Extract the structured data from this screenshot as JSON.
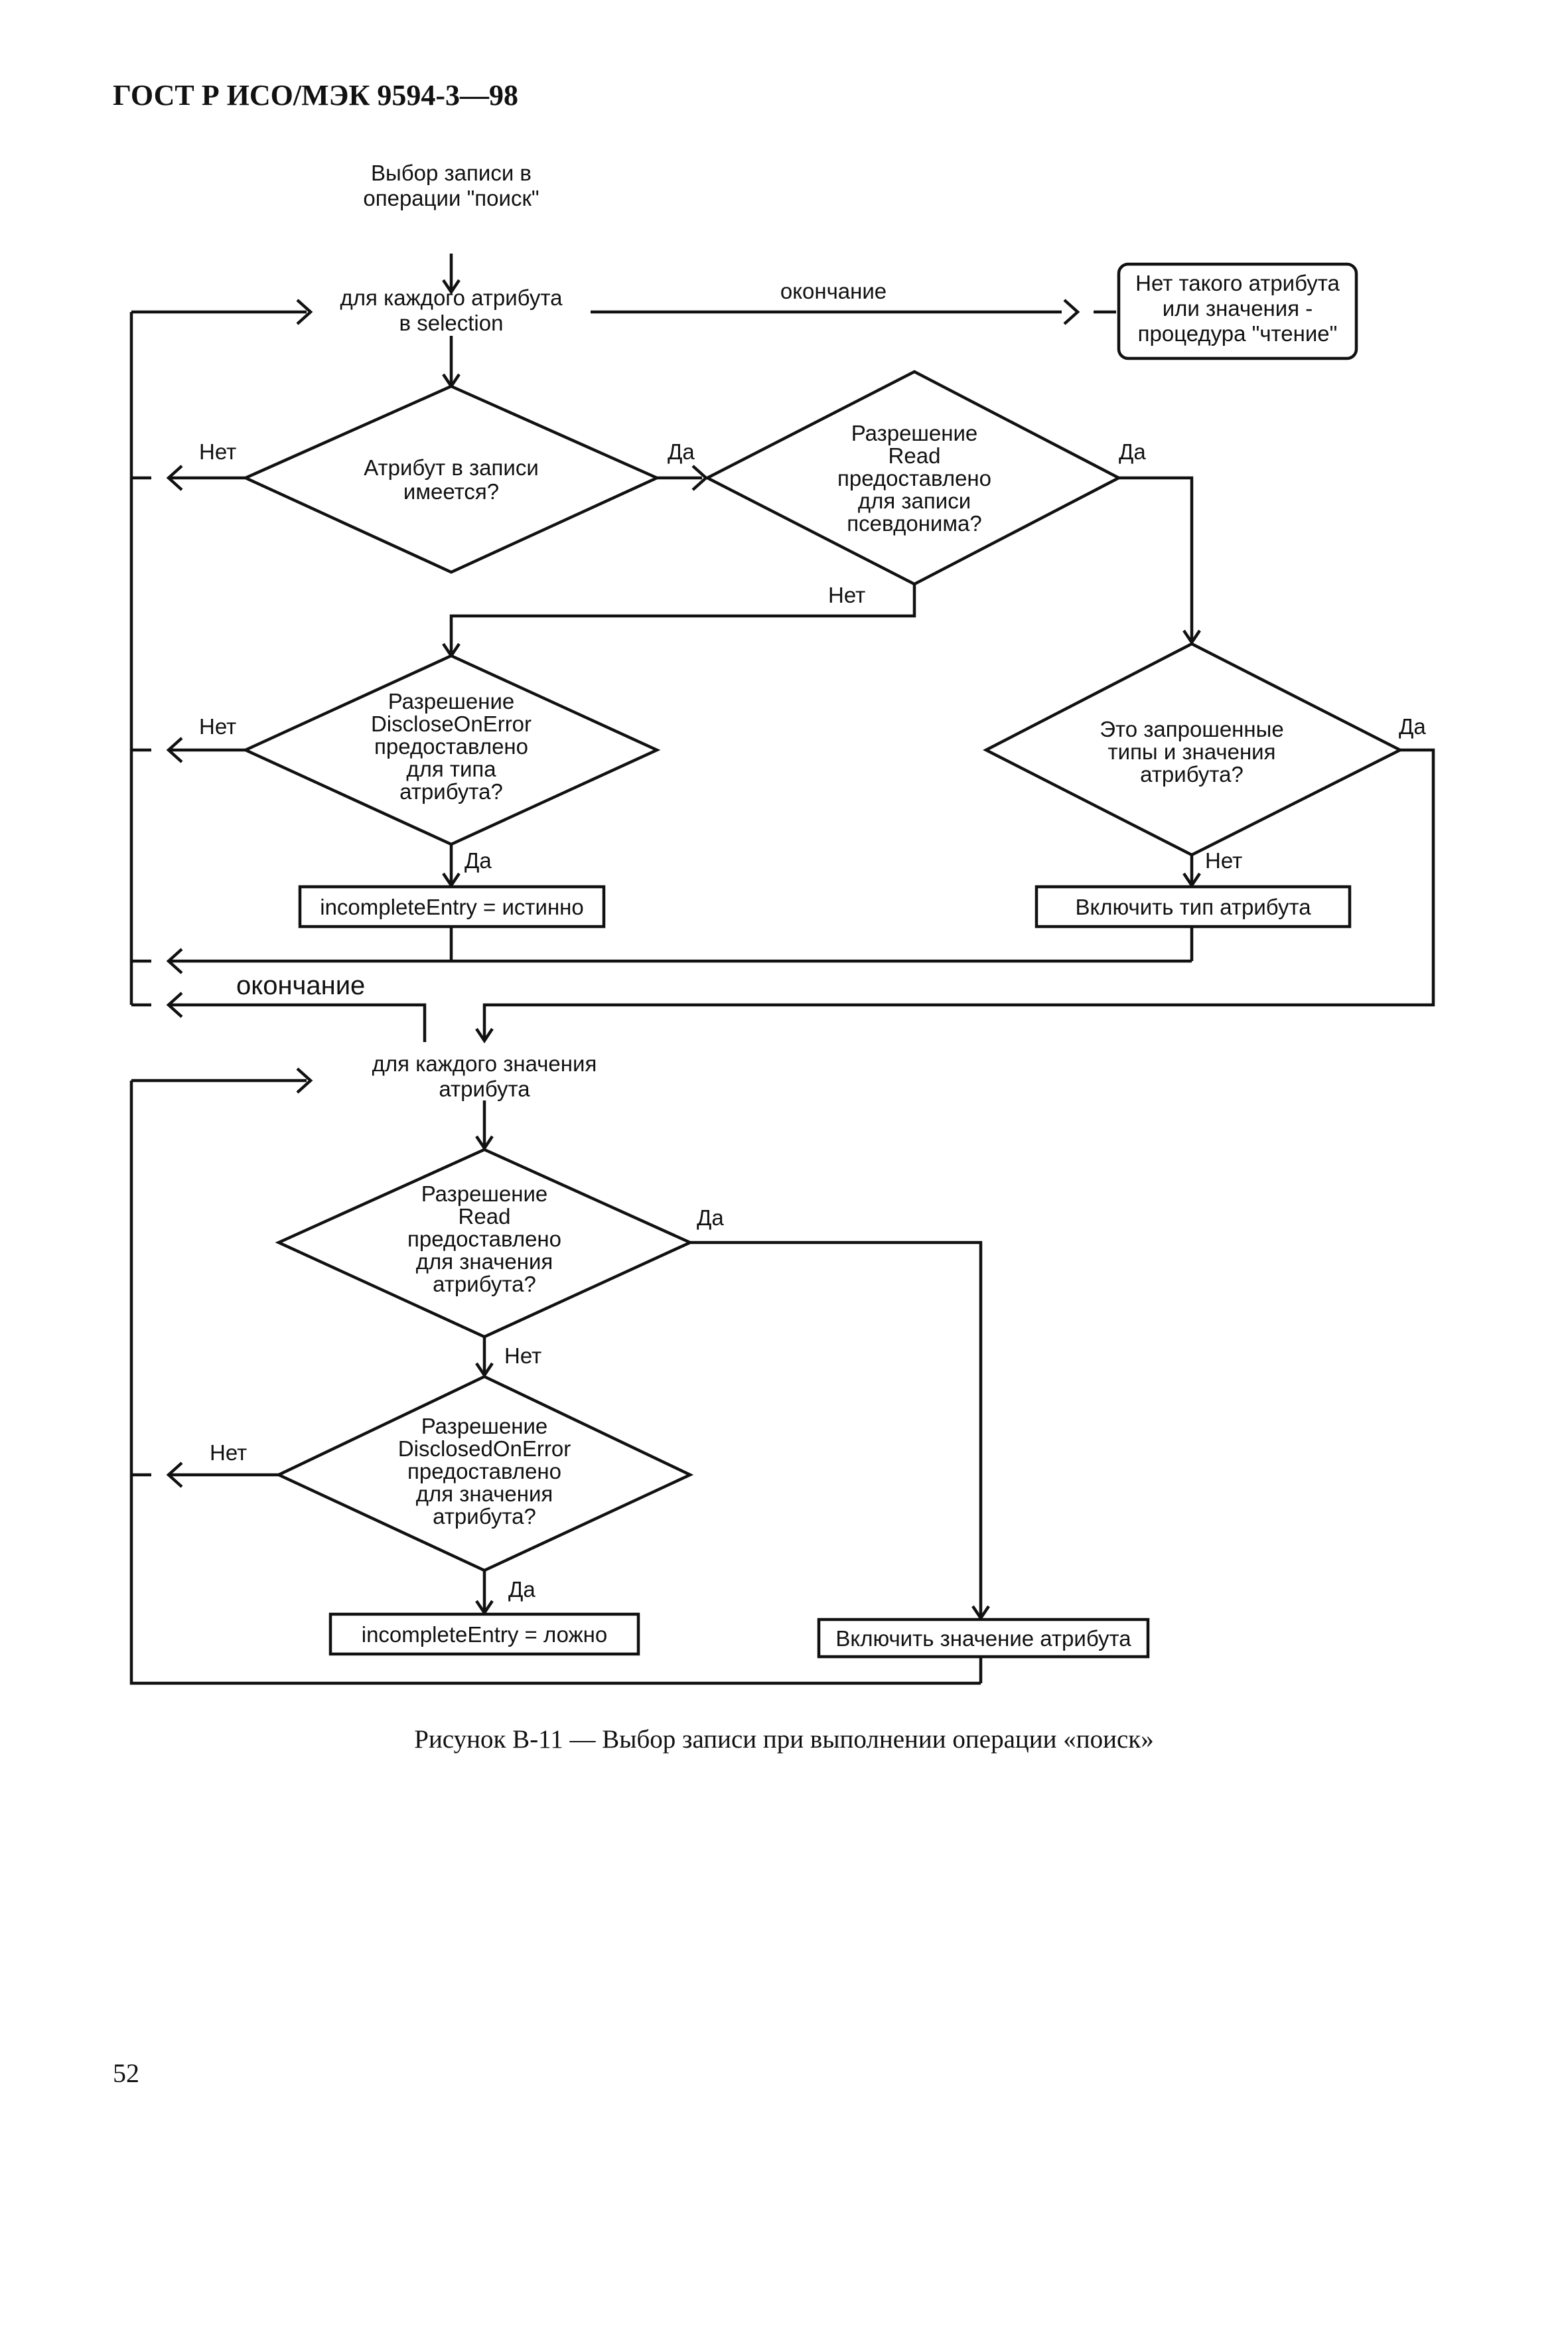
{
  "document": {
    "header": "ГОСТ Р ИСО/МЭК 9594-3—98",
    "caption": "Рисунок В-11 — Выбор записи при выполнении операции «поиск»",
    "page_number": "52"
  },
  "flowchart": {
    "start": [
      "Выбор записи в",
      "операции \"поиск\""
    ],
    "loop_attribute": [
      "для каждого атрибута",
      "в selection"
    ],
    "end_label_top": "окончание",
    "no_attribute_box": [
      "Нет такого атрибута",
      "или значения -",
      "процедура \"чтение\""
    ],
    "decision_attr_present": [
      "Атрибут в записи",
      "имеется?"
    ],
    "decision_read_alias": [
      "Разрешение",
      "Read",
      "предоставлено",
      "для записи",
      "псевдонима?"
    ],
    "decision_disclose_type": [
      "Разрешение",
      "DiscloseOnError",
      "предоставлено",
      "для типа",
      "атрибута?"
    ],
    "decision_requested": [
      "Это запрошенные",
      "типы и значения",
      "атрибута?"
    ],
    "box_incomplete_true": "incompleteEntry = истинно",
    "box_include_type": "Включить тип атрибута",
    "end_label_mid": "окончание",
    "loop_value": [
      "для каждого значения",
      "атрибута"
    ],
    "decision_read_value": [
      "Разрешение",
      "Read",
      "предоставлено",
      "для значения",
      "атрибута?"
    ],
    "decision_disclosed_value": [
      "Разрешение",
      "DisclosedOnError",
      "предоставлено",
      "для значения",
      "атрибута?"
    ],
    "box_incomplete_false": "incompleteEntry = ложно",
    "box_include_value": "Включить значение атрибута",
    "label_yes": "Да",
    "label_no": "Нет"
  }
}
